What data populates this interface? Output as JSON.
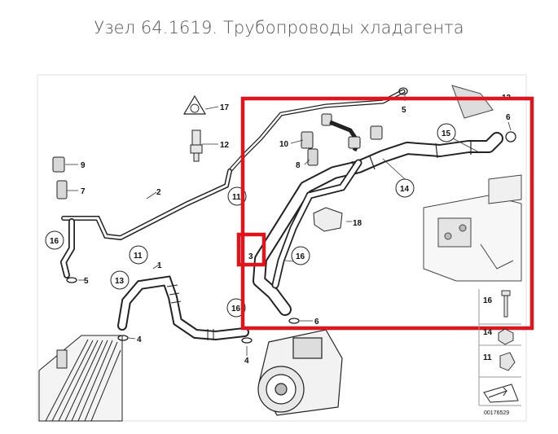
{
  "page": {
    "title": "Узел 64.1619. Трубопроводы хладагента"
  },
  "diagram": {
    "part_labels": {
      "p17": "17",
      "p12": "12",
      "p9": "9",
      "p7": "7",
      "p2": "2",
      "p11a": "11",
      "p11b": "11",
      "p16a": "16",
      "p5a": "5",
      "p13a": "13",
      "p1": "1",
      "p4a": "4",
      "p16b": "16",
      "p4b": "4",
      "p10": "10",
      "p8": "8",
      "p5b": "5",
      "p15": "15",
      "p6a": "6",
      "p14": "14",
      "p18": "18",
      "p3": "3",
      "p16c": "16",
      "p6b": "6",
      "p13b": "13"
    },
    "legend_labels": {
      "l16": "16",
      "l14": "14",
      "l11": "11"
    },
    "drawing_number": "00176529",
    "highlight_color": "#e0141c"
  }
}
